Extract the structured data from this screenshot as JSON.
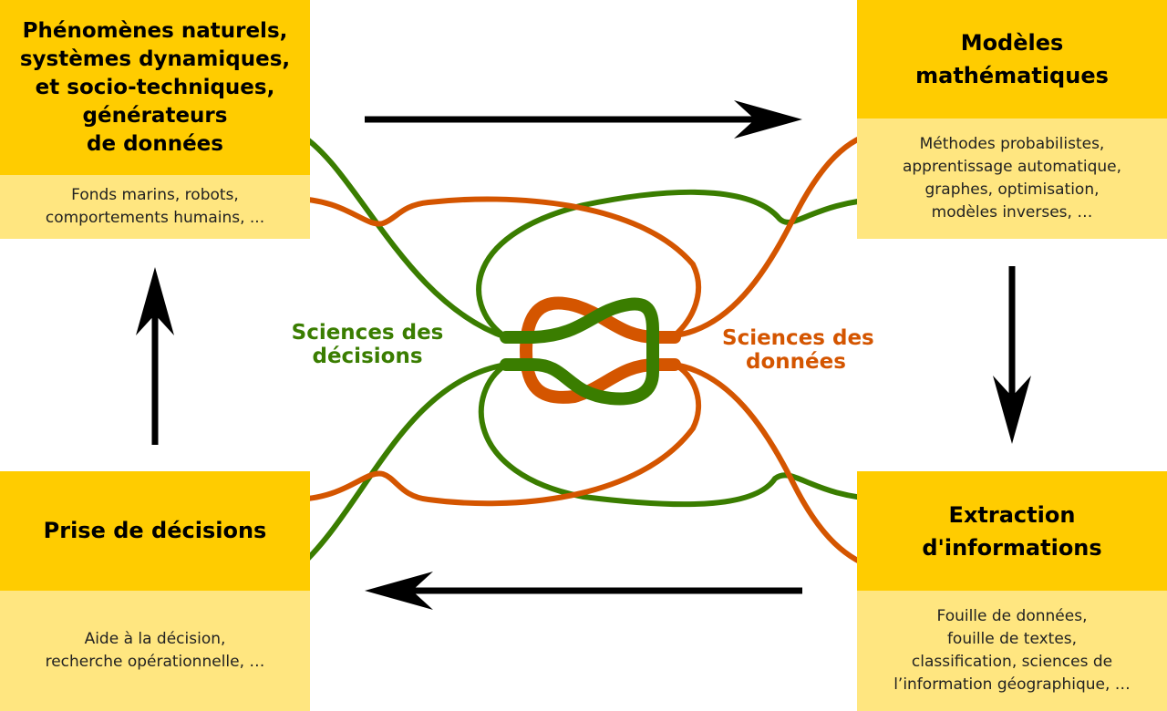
{
  "colors": {
    "dark_yellow": "#ffcc00",
    "light_yellow": "#ffe680",
    "green": "#3a7d00",
    "orange": "#d45500",
    "arrow": "#000000"
  },
  "boxes": {
    "phenomena": {
      "title_lines": [
        "Phénomènes naturels,",
        "systèmes dynamiques,",
        "et socio-techniques,",
        "générateurs",
        "de données"
      ],
      "detail_lines": [
        "Fonds marins, robots,",
        "comportements humains, ..."
      ]
    },
    "models": {
      "title_lines": [
        "Modèles",
        "mathématiques"
      ],
      "detail_lines": [
        "Méthodes probabilistes,",
        "apprentissage automatique,",
        "graphes, optimisation,",
        "modèles inverses, …"
      ]
    },
    "extraction": {
      "title_lines": [
        "Extraction",
        "d'informations"
      ],
      "detail_lines": [
        "Fouille de données,",
        "fouille de textes,",
        "classification, sciences de",
        "l’information géographique, …"
      ]
    },
    "decisions": {
      "title_lines": [
        "Prise de décisions"
      ],
      "detail_lines": [
        "Aide à la décision,",
        "recherche opérationnelle, …"
      ]
    }
  },
  "labels": {
    "decision_sciences": [
      "Sciences des",
      "décisions"
    ],
    "data_sciences": [
      "Sciences des",
      "données"
    ]
  },
  "icons": {
    "arrows": [
      "arrow-right-icon",
      "arrow-down-icon",
      "arrow-left-icon",
      "arrow-up-icon"
    ],
    "knot": "knot-icon"
  }
}
